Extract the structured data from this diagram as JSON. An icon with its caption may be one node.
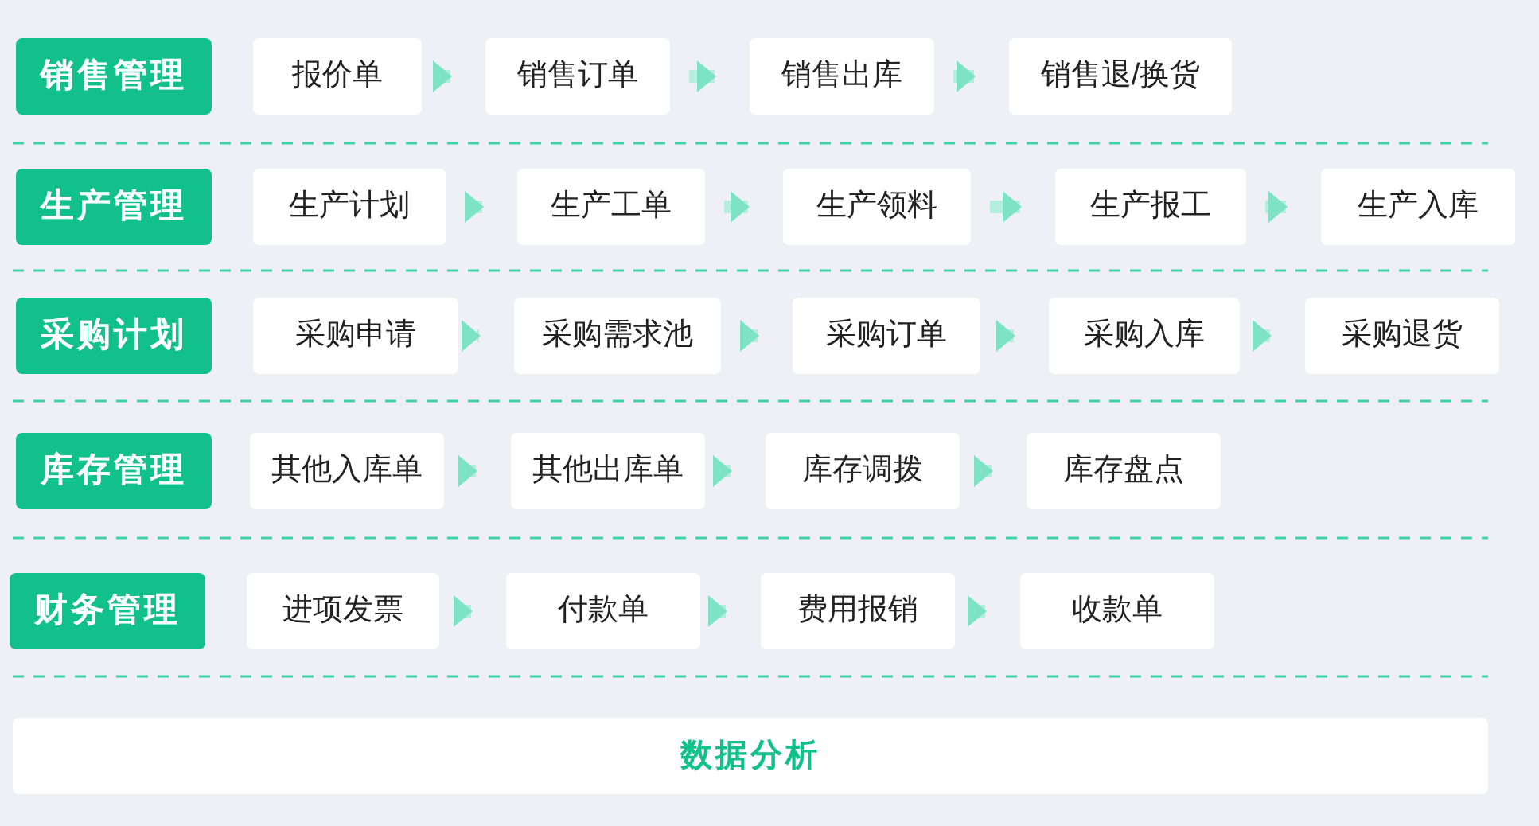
{
  "diagram": {
    "nodes": [
      {
        "text": [
          "销售管理"
        ]
      },
      {
        "text": [
          "报价单"
        ]
      },
      {
        "text": [
          "销售订单"
        ]
      },
      {
        "text": [
          "销售出库"
        ]
      },
      {
        "text": [
          "销售退/换货"
        ]
      },
      {
        "text": [
          "生产管理"
        ]
      },
      {
        "text": [
          "生产计划"
        ]
      },
      {
        "text": [
          "生产工单"
        ]
      },
      {
        "text": [
          "生产领料"
        ]
      },
      {
        "text": [
          "生产报工"
        ]
      },
      {
        "text": [
          "生产入库"
        ]
      },
      {
        "text": [
          "采购计划"
        ]
      },
      {
        "text": [
          "采购申请"
        ]
      },
      {
        "text": [
          "采购需求池"
        ]
      },
      {
        "text": [
          "采购订单"
        ]
      },
      {
        "text": [
          "采购入库"
        ]
      },
      {
        "text": [
          "采购退货"
        ]
      },
      {
        "text": [
          "库存管理"
        ]
      },
      {
        "text": [
          "其他入库单"
        ]
      },
      {
        "text": [
          "其他出库单"
        ]
      },
      {
        "text": [
          "库存调拨"
        ]
      },
      {
        "text": [
          "库存盘点"
        ]
      },
      {
        "text": [
          "财务管理"
        ]
      },
      {
        "text": [
          "进项发票"
        ]
      },
      {
        "text": [
          "付款单"
        ]
      },
      {
        "text": [
          "费用报销"
        ]
      },
      {
        "text": [
          "收款单"
        ]
      },
      {
        "text": [
          "数据分析"
        ]
      }
    ],
    "edges": [
      {
        "from": 1,
        "to": 2,
        "arrow": "to"
      },
      {
        "from": 2,
        "to": 3,
        "arrow": "to"
      },
      {
        "from": 3,
        "to": 4,
        "arrow": "to"
      },
      {
        "from": 6,
        "to": 7,
        "arrow": "to"
      },
      {
        "from": 7,
        "to": 8,
        "arrow": "to"
      },
      {
        "from": 8,
        "to": 9,
        "arrow": "to"
      },
      {
        "from": 9,
        "to": 10,
        "arrow": "to"
      },
      {
        "from": 12,
        "to": 13,
        "arrow": "to"
      },
      {
        "from": 13,
        "to": 14,
        "arrow": "to"
      },
      {
        "from": 14,
        "to": 15,
        "arrow": "to"
      },
      {
        "from": 15,
        "to": 16,
        "arrow": "to"
      },
      {
        "from": 18,
        "to": 19,
        "arrow": "to"
      },
      {
        "from": 19,
        "to": 20,
        "arrow": "to"
      },
      {
        "from": 20,
        "to": 21,
        "arrow": "to"
      },
      {
        "from": 23,
        "to": 24,
        "arrow": "to"
      },
      {
        "from": 24,
        "to": 25,
        "arrow": "to"
      },
      {
        "from": 25,
        "to": 26,
        "arrow": "to"
      }
    ]
  }
}
